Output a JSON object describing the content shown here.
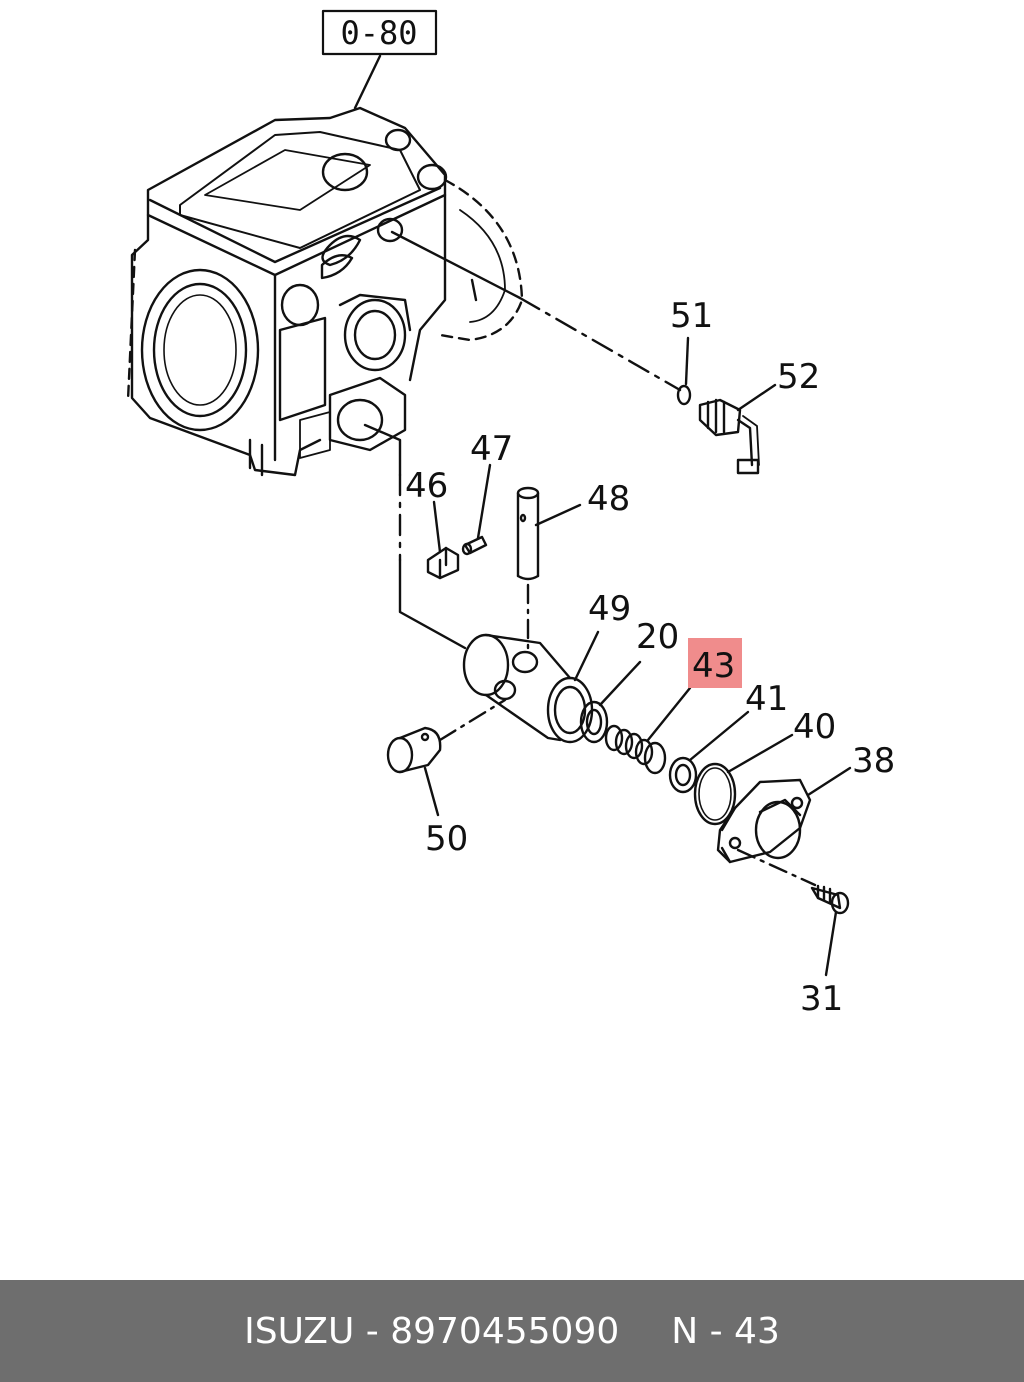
{
  "diagram": {
    "reference_label": "0-80",
    "highlighted_callout": "43",
    "highlight_color": "#f08c8c",
    "callouts": [
      "51",
      "52",
      "47",
      "46",
      "48",
      "49",
      "20",
      "43",
      "41",
      "40",
      "38",
      "50",
      "31"
    ]
  },
  "footer": {
    "brand": "ISUZU",
    "separator": " - ",
    "part_number": "8970455090",
    "position_label": "N - 43",
    "background": "#6e6e6e"
  }
}
